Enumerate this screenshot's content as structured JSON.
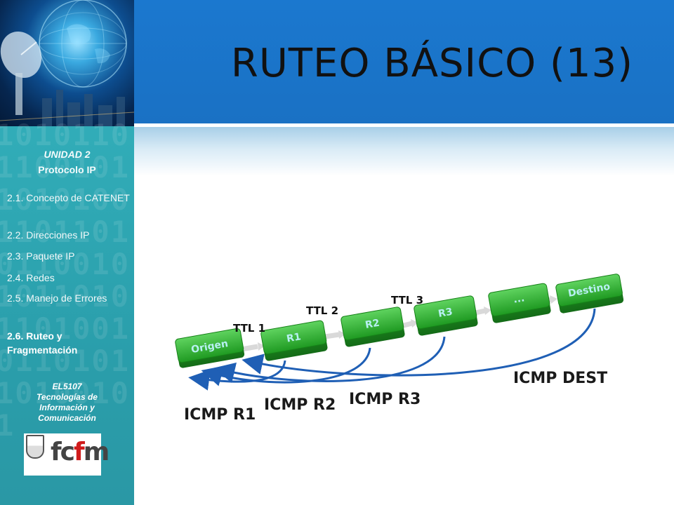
{
  "slide": {
    "title": "RUTEO BÁSICO (13)"
  },
  "sidebar": {
    "unit_title": "UNIDAD 2",
    "unit_subtitle": "Protocolo IP",
    "toc": [
      {
        "label": "2.1.  Concepto de CATENET",
        "active": false
      },
      {
        "label": "2.2.  Direcciones IP",
        "active": false
      },
      {
        "label": "2.3.  Paquete IP",
        "active": false
      },
      {
        "label": "2.4.  Redes",
        "active": false
      },
      {
        "label": "2.5.  Manejo de Errores",
        "active": false
      },
      {
        "label": "2.6. Ruteo y Fragmentación",
        "active": true
      }
    ],
    "course_code": "EL5107",
    "course_name_1": "Tecnologías de",
    "course_name_2": "Información  y",
    "course_name_3": "Comunicación",
    "logo_text_1": "fc",
    "logo_text_2": "f",
    "logo_text_3": "m"
  },
  "diagram": {
    "nodes": [
      {
        "label": "Origen"
      },
      {
        "label": "R1"
      },
      {
        "label": "R2"
      },
      {
        "label": "R3"
      },
      {
        "label": "..."
      },
      {
        "label": "Destino"
      }
    ],
    "ttl_labels": [
      "TTL 1",
      "TTL 2",
      "TTL 3"
    ],
    "icmp_labels": [
      "ICMP R1",
      "ICMP R2",
      "ICMP R3",
      "ICMP DEST"
    ],
    "colors": {
      "node_fill": "#2fb52f",
      "node_top": "#7fe07f",
      "arrow": "#1f5fb5",
      "connector": "#d9d9d9"
    }
  }
}
